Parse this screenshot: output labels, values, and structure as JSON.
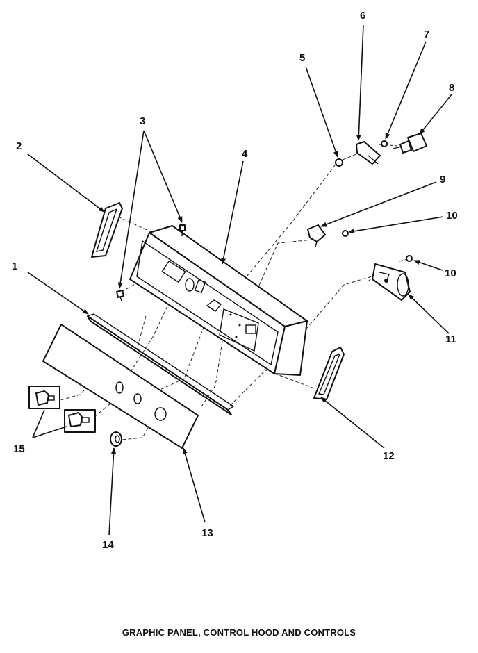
{
  "caption": "GRAPHIC PANEL, CONTROL HOOD AND CONTROLS",
  "callouts": {
    "c1": "1",
    "c2": "2",
    "c3": "3",
    "c4": "4",
    "c5": "5",
    "c6": "6",
    "c7": "7",
    "c8": "8",
    "c9": "9",
    "c10a": "10",
    "c10b": "10",
    "c11": "11",
    "c12": "12",
    "c13": "13",
    "c14": "14",
    "c15": "15"
  }
}
